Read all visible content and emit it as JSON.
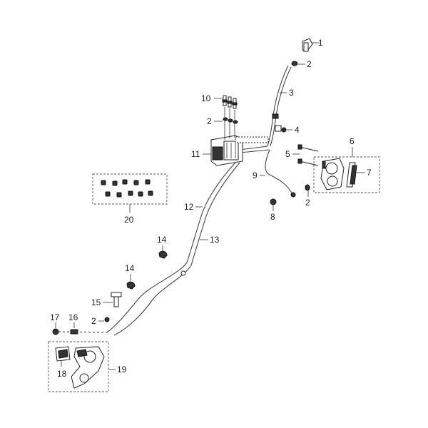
{
  "callouts": {
    "c1": "1",
    "c2a": "2",
    "c3": "3",
    "c4": "4",
    "c5": "5",
    "c6": "6",
    "c7": "7",
    "c2b": "2",
    "c8": "8",
    "c9": "9",
    "c10": "10",
    "c2c": "2",
    "c11": "11",
    "c12": "12",
    "c13": "13",
    "c14a": "14",
    "c14b": "14",
    "c15": "15",
    "c2d": "2",
    "c16": "16",
    "c17": "17",
    "c18": "18",
    "c19": "19",
    "c20": "20"
  }
}
